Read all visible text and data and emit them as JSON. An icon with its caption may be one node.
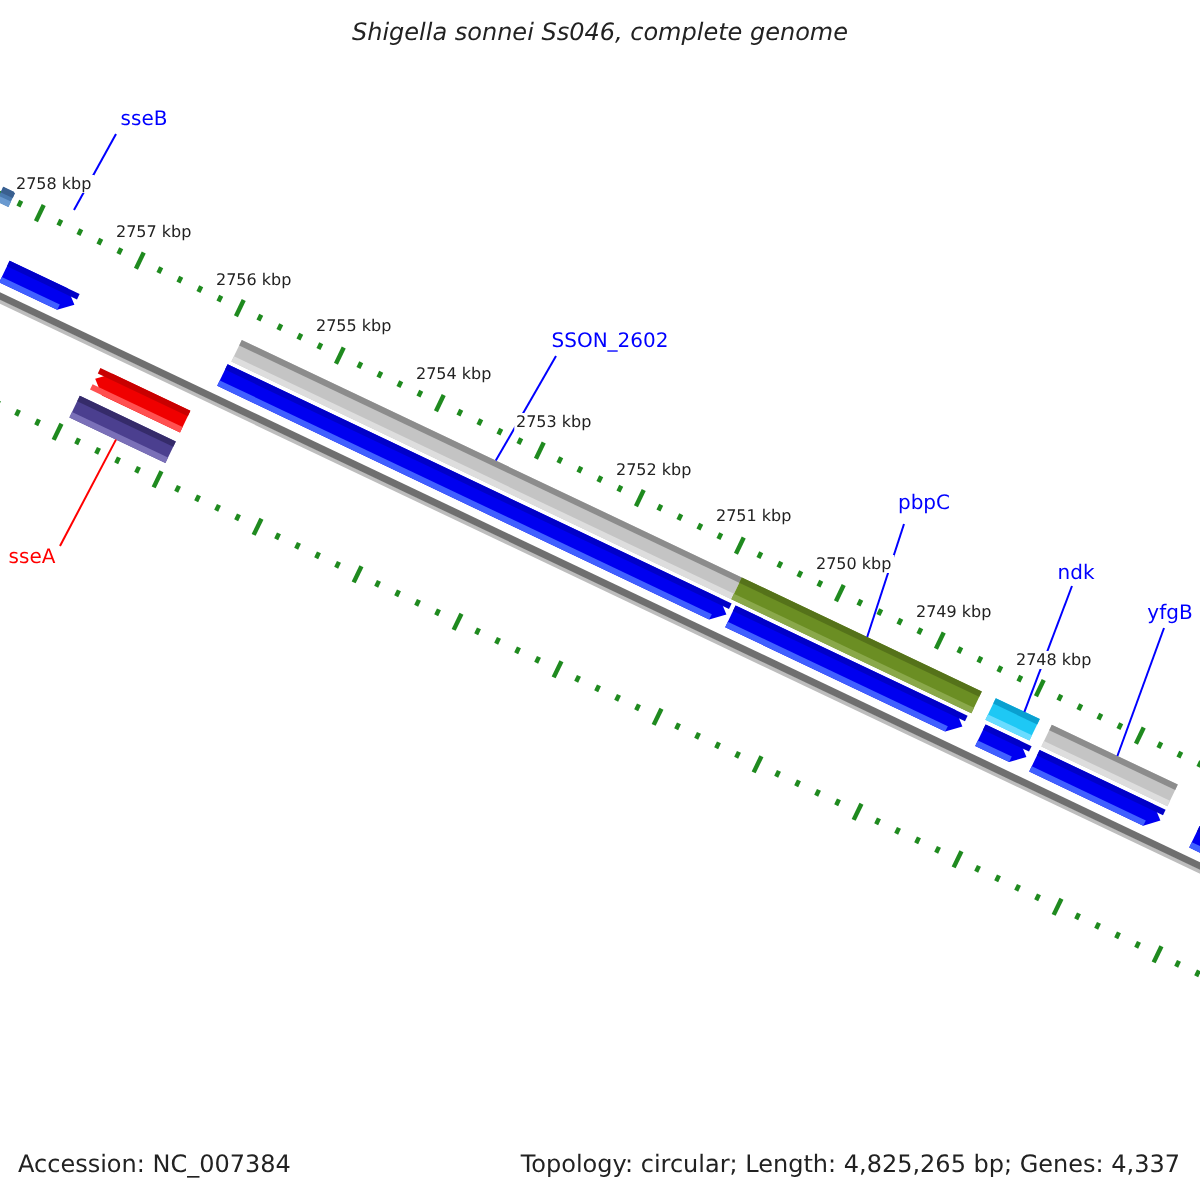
{
  "diagram": {
    "title": "Shigella sonnei Ss046, complete genome",
    "nodes": [
      {
        "text": [
          "sseB"
        ]
      },
      {
        "text": [
          "SSON_2602"
        ]
      },
      {
        "text": [
          "pbpC"
        ]
      },
      {
        "text": [
          "ndk"
        ]
      },
      {
        "text": [
          "yfgB"
        ]
      },
      {
        "text": [
          "sseA"
        ]
      },
      {
        "text": [],
        "shape": "bar"
      },
      {
        "text": [],
        "shape": "bar"
      },
      {
        "text": [],
        "shape": "bar"
      },
      {
        "text": [],
        "shape": "bar"
      },
      {
        "text": [],
        "shape": "bar"
      },
      {
        "text": [],
        "shape": "bar"
      },
      {
        "text": [],
        "shape": "bar"
      },
      {
        "text": [],
        "shape": "bar"
      },
      {
        "text": [],
        "shape": "bar"
      },
      {
        "text": [],
        "shape": "bar"
      },
      {
        "text": [],
        "shape": "bar"
      },
      {
        "text": [],
        "shape": "bar"
      },
      {
        "text": [],
        "shape": "bar"
      }
    ],
    "edges": [
      {
        "from": 0,
        "to": null,
        "arrow": "none"
      },
      {
        "from": 1,
        "to": 10,
        "arrow": "none"
      },
      {
        "from": 2,
        "to": 12,
        "arrow": "none"
      },
      {
        "from": 3,
        "to": 14,
        "arrow": "none"
      },
      {
        "from": 4,
        "to": 16,
        "arrow": "none"
      },
      {
        "from": 5,
        "to": 8,
        "arrow": "none",
        "color": "#ff0000"
      }
    ],
    "labels": [
      "2758 kbp",
      "2757 kbp",
      "2756 kbp",
      "2755 kbp",
      "2754 kbp",
      "2753 kbp",
      "2752 kbp",
      "2751 kbp",
      "2750 kbp",
      "2749 kbp",
      "2748 kbp",
      "Accession: NC_007384",
      "Topology: circular; Length: 4,825,265 bp; Genes: 4,337"
    ]
  }
}
